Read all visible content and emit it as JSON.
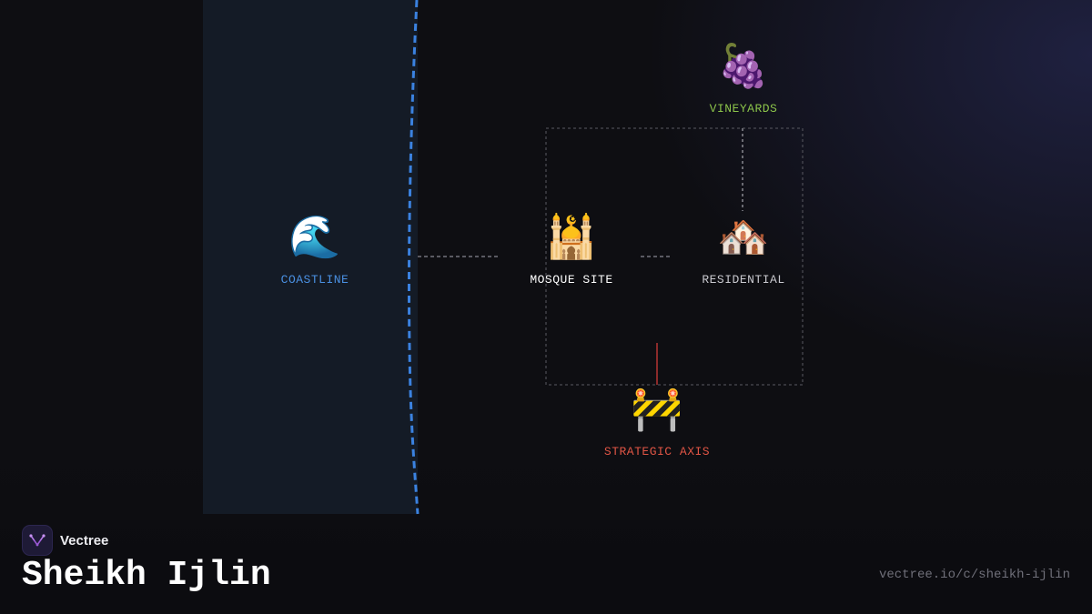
{
  "diagram": {
    "nodes": {
      "coastline": {
        "icon": "wave-icon",
        "emoji": "🌊",
        "label": "COASTLINE",
        "color": "#4a90e2"
      },
      "mosque_site": {
        "icon": "mosque-icon",
        "emoji": "🕌",
        "label": "MOSQUE SITE",
        "color": "#ffffff"
      },
      "residential": {
        "icon": "houses-icon",
        "emoji": "🏘️",
        "label": "RESIDENTIAL",
        "color": "#c9c9cf"
      },
      "vineyards": {
        "icon": "grapes-icon",
        "emoji": "🍇",
        "label": "VINEYARDS",
        "color": "#8bc34a"
      },
      "strategic_axis": {
        "icon": "barrier-icon",
        "emoji": "🚧",
        "label": "STRATEGIC AXIS",
        "color": "#e05545"
      }
    },
    "colors": {
      "coast_line": "#3b82e0",
      "connector": "#5a5a62",
      "axis_link": "#8b2a2a",
      "panel": "#141b26"
    }
  },
  "brand": {
    "name": "Vectree",
    "logo_icon": "vectree-logo-icon"
  },
  "page": {
    "title": "Sheikh Ijlin",
    "url": "vectree.io/c/sheikh-ijlin"
  }
}
